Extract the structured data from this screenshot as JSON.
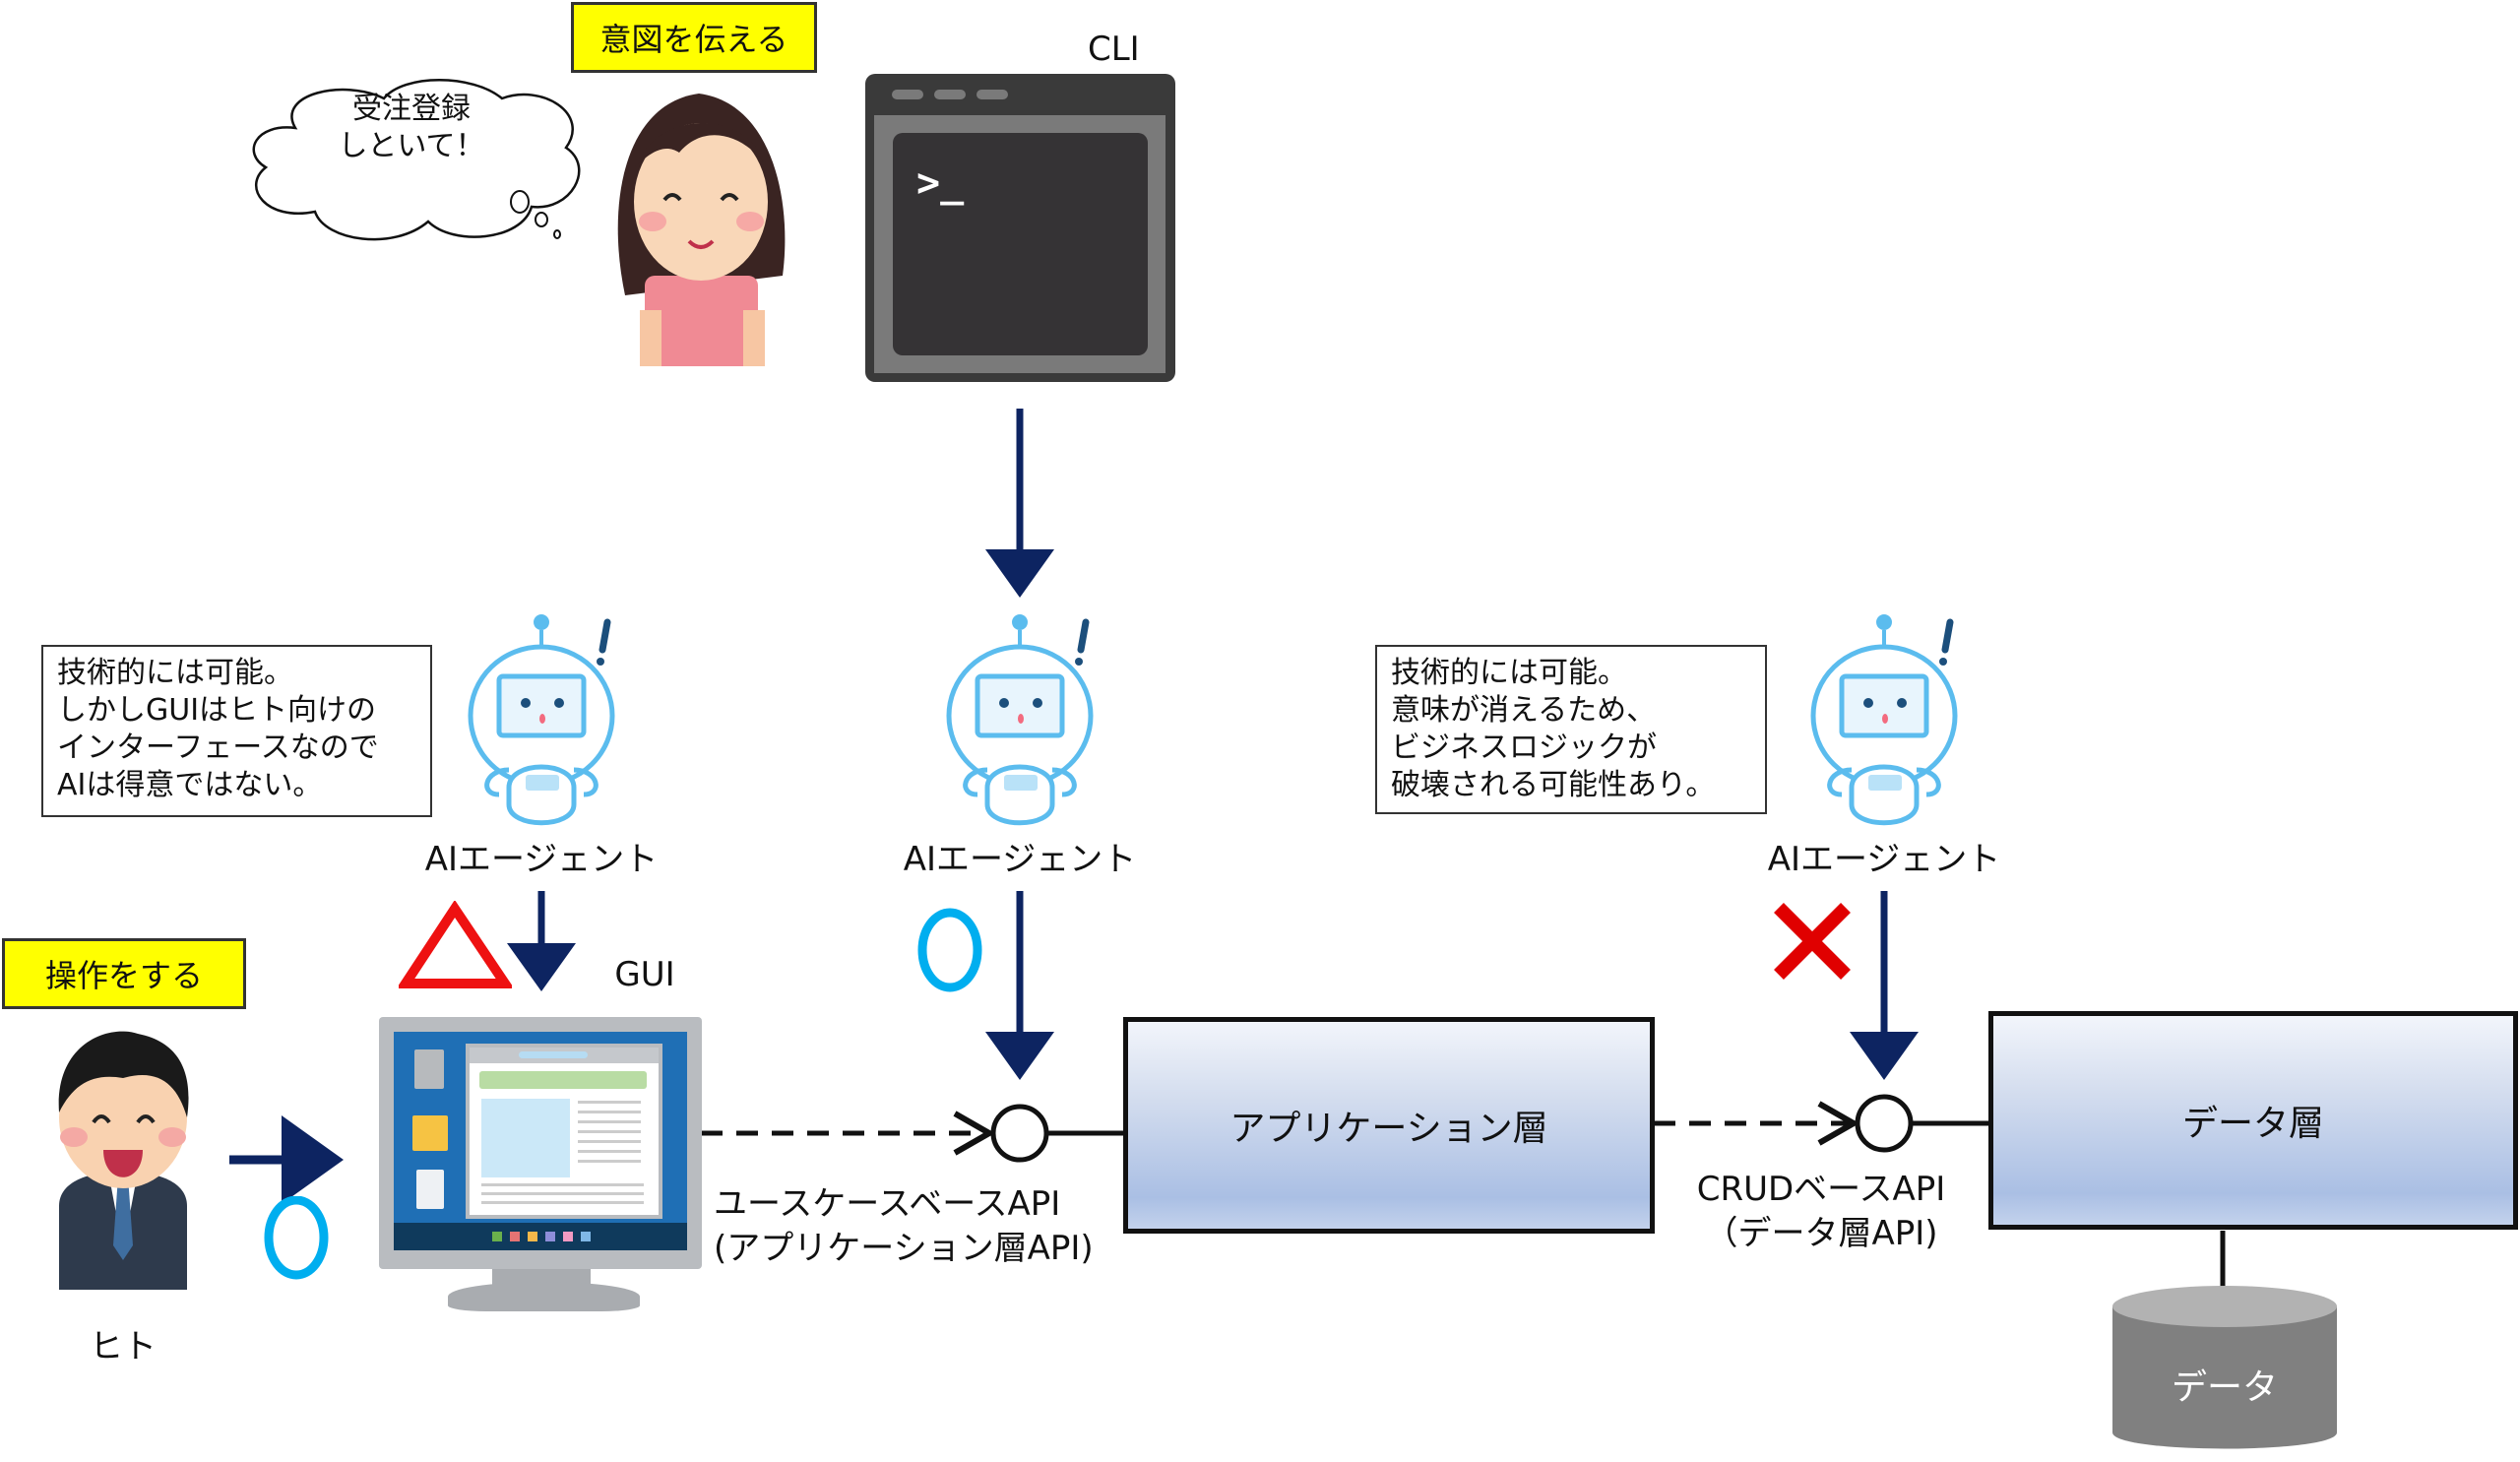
{
  "top": {
    "intent_label": "意図を伝える",
    "thought_bubble": {
      "line1": "受注登録",
      "line2": "しといて！"
    },
    "cli_label": "CLI",
    "cli_prompt": ">_"
  },
  "left": {
    "operate_label": "操作をする",
    "human_label": "ヒト",
    "gui_label": "GUI",
    "human_to_gui_mark": "○",
    "gui_note": "技術的には可能。\nしかしGUIはヒト向けの\nインターフェースなので\nAIは得意ではない。"
  },
  "agents": [
    {
      "label": "AIエージェント",
      "target": "GUI",
      "mark": "△",
      "mark_color": "#ee1111"
    },
    {
      "label": "AIエージェント",
      "target": "ユースケースベースAPI",
      "mark": "○",
      "mark_color": "#00aeef"
    },
    {
      "label": "AIエージェント",
      "target": "CRUDベースAPI",
      "mark": "×",
      "mark_color": "#e00000"
    }
  ],
  "right_note": "技術的には可能。\n意味が消えるため、\nビジネスロジックが\n破壊される可能性あり。",
  "layers": {
    "application": "アプリケーション層",
    "data": "データ層",
    "database": "データ"
  },
  "apis": {
    "usecase_line1": "ユースケースベースAPI",
    "usecase_line2": "(アプリケーション層API)",
    "crud_line1": "CRUDベースAPI",
    "crud_line2": "（データ層API)"
  },
  "colors": {
    "arrow": "#0d2461",
    "ok_mark": "#00aeef",
    "ng_mark": "#e00000",
    "highlight": "#ffff00",
    "robot": "#5bbcee"
  }
}
